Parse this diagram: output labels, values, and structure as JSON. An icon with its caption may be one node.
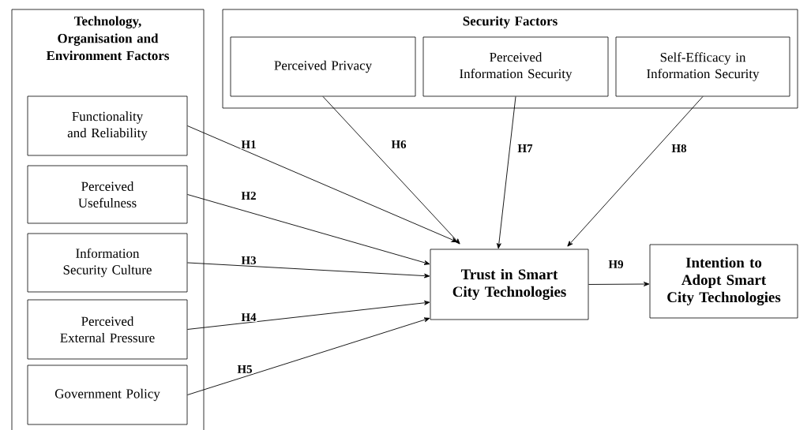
{
  "diagram": {
    "nodes": [
      {
        "text": [
          "Technology, Organisation and Environment Factors"
        ]
      },
      {
        "text": [
          "Functionality and Reliability"
        ],
        "in": 0
      },
      {
        "text": [
          "Perceived Usefulness"
        ],
        "in": 0
      },
      {
        "text": [
          "Information Security Culture"
        ],
        "in": 0
      },
      {
        "text": [
          "Perceived External Pressure"
        ],
        "in": 0
      },
      {
        "text": [
          "Government Policy"
        ],
        "in": 0
      },
      {
        "text": [
          "Security Factors"
        ]
      },
      {
        "text": [
          "Perceived Privacy"
        ],
        "in": 6
      },
      {
        "text": [
          "Perceived Information Security"
        ],
        "in": 6
      },
      {
        "text": [
          "Self-Efficacy in Information Security"
        ],
        "in": 6
      },
      {
        "text": [
          "Trust in Smart City Technologies"
        ]
      },
      {
        "text": [
          "Intention to Adopt Smart City Technologies"
        ]
      }
    ],
    "edges": [
      {
        "from": 1,
        "to": 10,
        "arrow": "to",
        "label": "H1"
      },
      {
        "from": 2,
        "to": 10,
        "arrow": "to",
        "label": "H2"
      },
      {
        "from": 3,
        "to": 10,
        "arrow": "to",
        "label": "H3"
      },
      {
        "from": 4,
        "to": 10,
        "arrow": "to",
        "label": "H4"
      },
      {
        "from": 5,
        "to": 10,
        "arrow": "to",
        "label": "H5"
      },
      {
        "from": 7,
        "to": 10,
        "arrow": "to",
        "label": "H6"
      },
      {
        "from": 8,
        "to": 10,
        "arrow": "to",
        "label": "H7"
      },
      {
        "from": 9,
        "to": 10,
        "arrow": "to",
        "label": "H8"
      },
      {
        "from": 10,
        "to": 11,
        "arrow": "to",
        "label": "H9"
      }
    ]
  }
}
